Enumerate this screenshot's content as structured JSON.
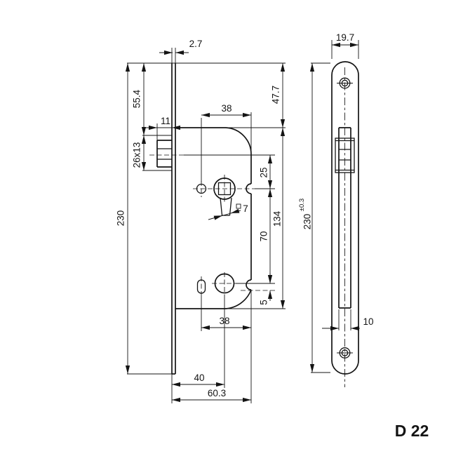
{
  "title": {
    "model": "D 22"
  },
  "front_view": {
    "labels": {
      "faceplate_thickness": "2.7",
      "top_to_latch_cutout": "55.4",
      "latch_protrusion": "11",
      "latch_cutout_size": "26x13",
      "faceplate_height": "230",
      "top_to_case_top": "47.7",
      "hole_to_case_back_top": "38",
      "latch_to_follower": "25",
      "case_height": "134",
      "follower_to_cylinder": "70",
      "spindle_square": "7",
      "cylinder_to_notch": "5",
      "slot_to_case_back_bottom": "38",
      "backset": "40",
      "case_depth": "60.3"
    }
  },
  "side_view": {
    "labels": {
      "faceplate_width": "19.7",
      "faceplate_height": "230",
      "height_tolerance": "±0.3",
      "slot_width": "10"
    }
  }
}
